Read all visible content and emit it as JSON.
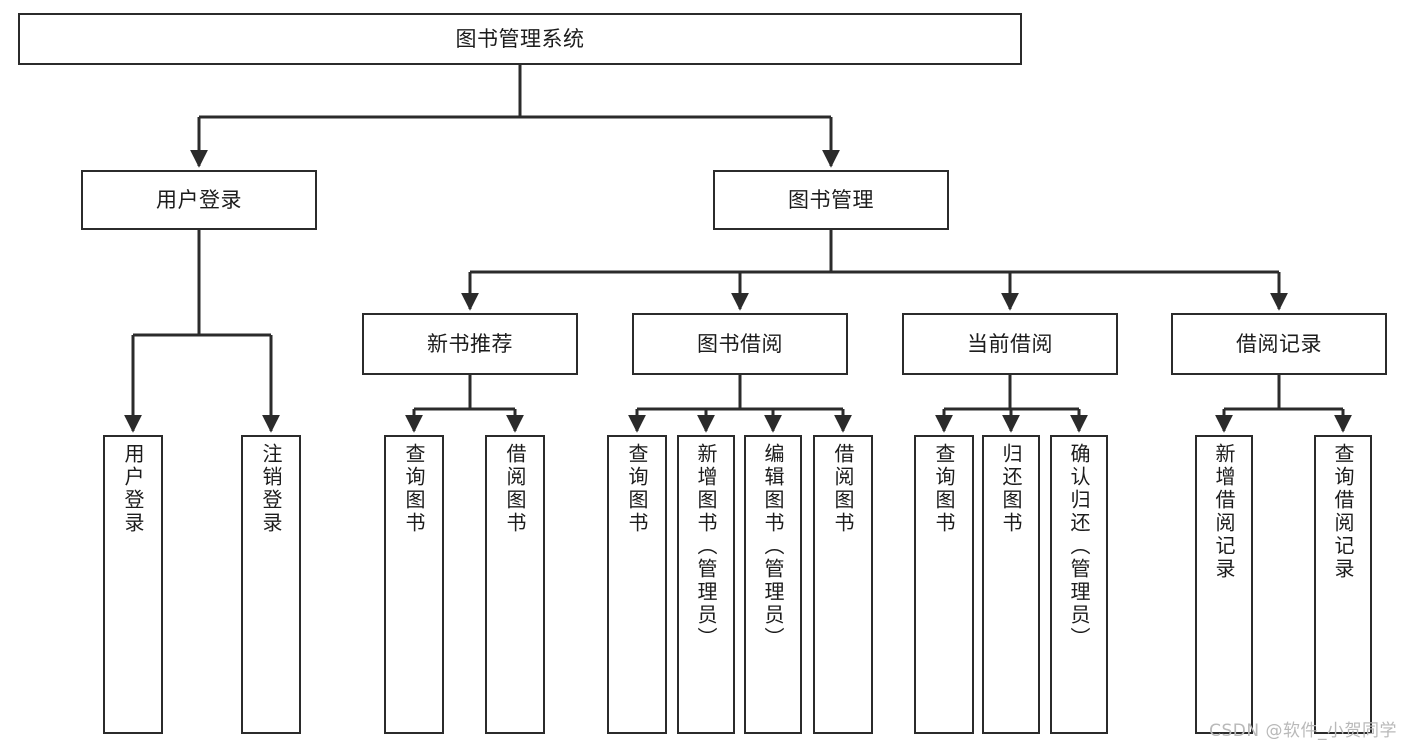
{
  "diagram": {
    "title": "图书管理系统",
    "watermark": "CSDN @软件_小贺同学",
    "line_color": "#2b2b2b",
    "box_fill": "#ffffff",
    "text_color": "#1c1c1c",
    "watermark_color": "#b9b9b9"
  },
  "nodes": {
    "root": {
      "label": "图书管理系统"
    },
    "level2": [
      {
        "label": "用户登录"
      },
      {
        "label": "图书管理"
      }
    ],
    "level3": [
      {
        "label": "新书推荐"
      },
      {
        "label": "图书借阅"
      },
      {
        "label": "当前借阅"
      },
      {
        "label": "借阅记录"
      }
    ],
    "leaves": {
      "user_login": [
        {
          "label": "用户登录"
        },
        {
          "label": "注销登录"
        }
      ],
      "new_book_rec": [
        {
          "label": "查询图书"
        },
        {
          "label": "借阅图书"
        }
      ],
      "book_borrow": [
        {
          "label": "查询图书"
        },
        {
          "label": "新增图书（管理员）"
        },
        {
          "label": "编辑图书（管理员）"
        },
        {
          "label": "借阅图书"
        }
      ],
      "current_borrow": [
        {
          "label": "查询图书"
        },
        {
          "label": "归还图书"
        },
        {
          "label": "确认归还（管理员）"
        }
      ],
      "borrow_record": [
        {
          "label": "新增借阅记录"
        },
        {
          "label": "查询借阅记录"
        }
      ]
    }
  }
}
